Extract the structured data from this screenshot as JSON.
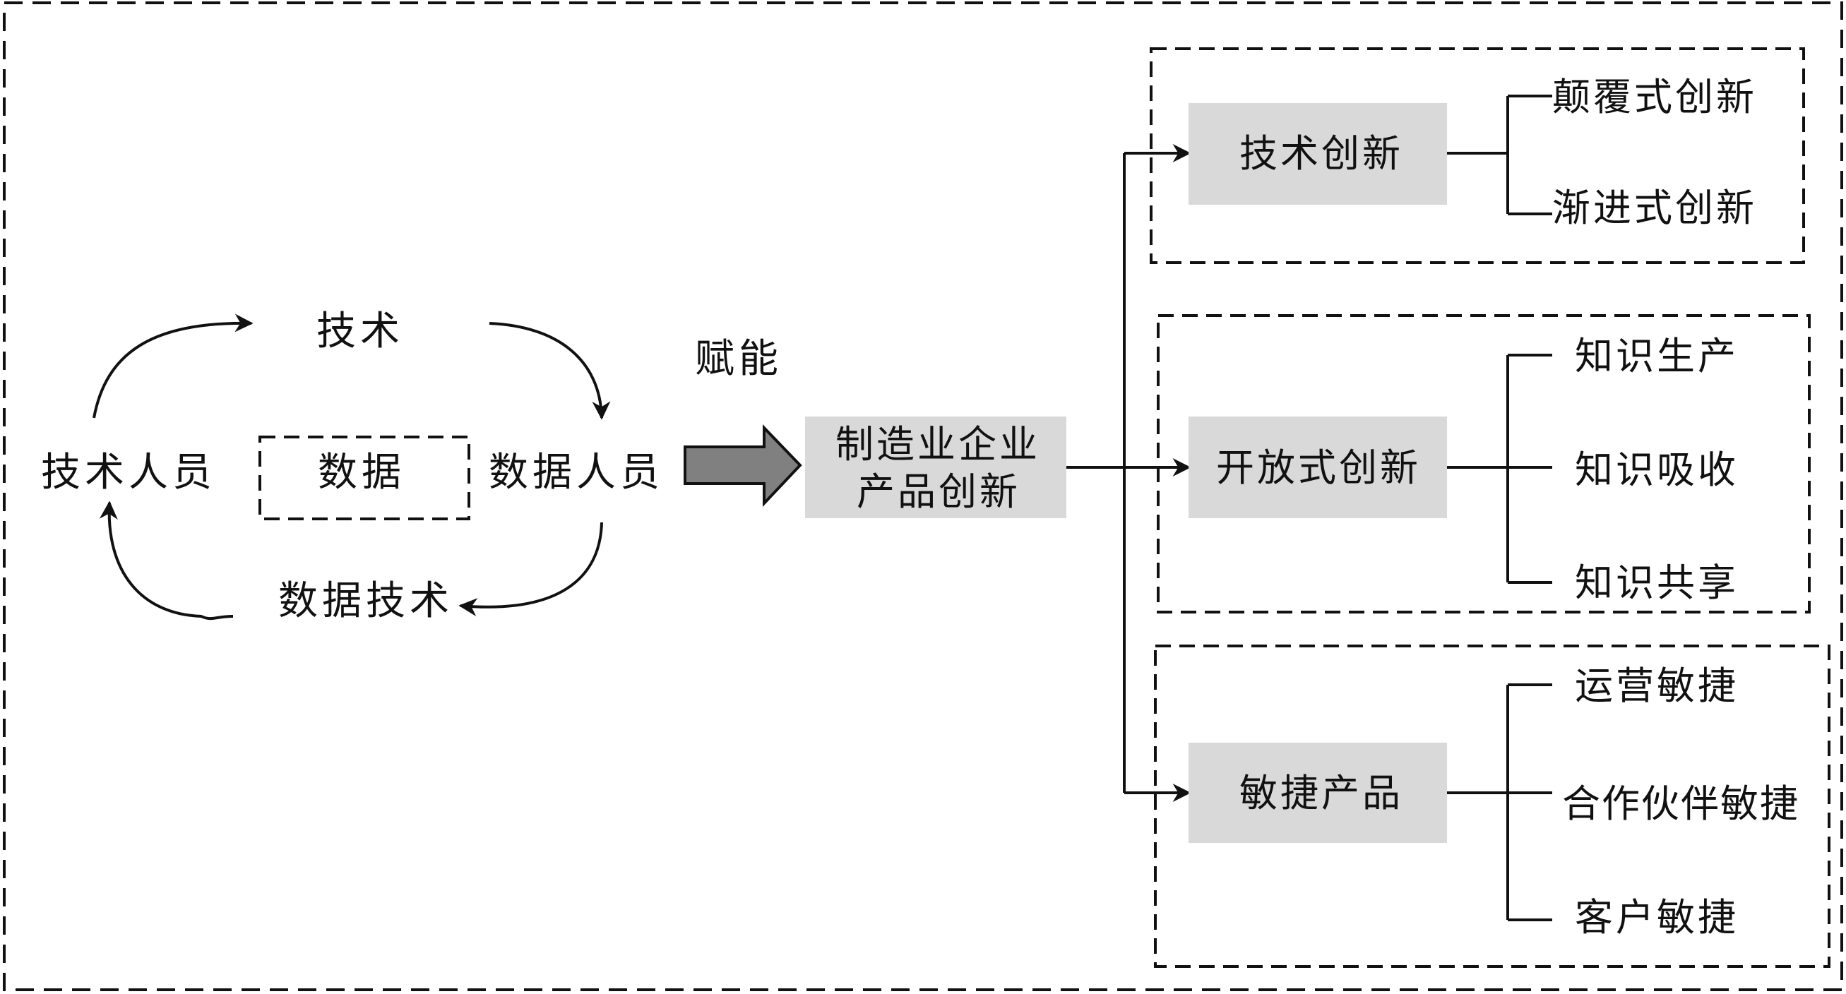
{
  "cycle": {
    "top": "技术",
    "left": "技术人员",
    "center": "数据",
    "right": "数据人员",
    "bottom": "数据技术"
  },
  "enable_label": "赋能",
  "core": {
    "line1": "制造业企业",
    "line2": "产品创新"
  },
  "groups": [
    {
      "title": "技术创新",
      "items": [
        "颠覆式创新",
        "渐进式创新"
      ]
    },
    {
      "title": "开放式创新",
      "items": [
        "知识生产",
        "知识吸收",
        "知识共享"
      ]
    },
    {
      "title": "敏捷产品",
      "items": [
        "运营敏捷",
        "合作伙伴敏捷",
        "客户敏捷"
      ]
    }
  ],
  "colors": {
    "line": "#111111",
    "box_fill": "#d9d9d9",
    "big_arrow": "#808080"
  }
}
